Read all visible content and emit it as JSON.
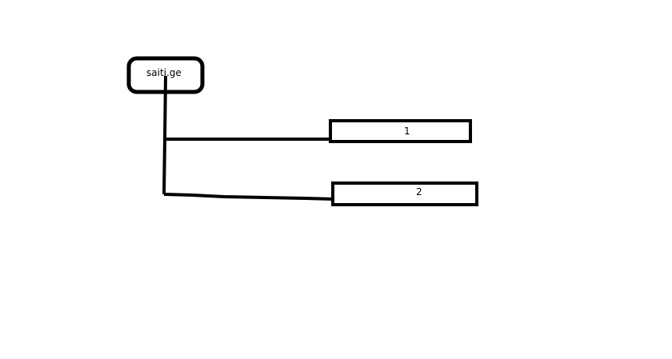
{
  "diagram": {
    "root": {
      "label": "saiti.ge"
    },
    "children": [
      {
        "label": "1"
      },
      {
        "label": "2"
      }
    ],
    "stroke_color": "#000000",
    "background": "#ffffff"
  }
}
